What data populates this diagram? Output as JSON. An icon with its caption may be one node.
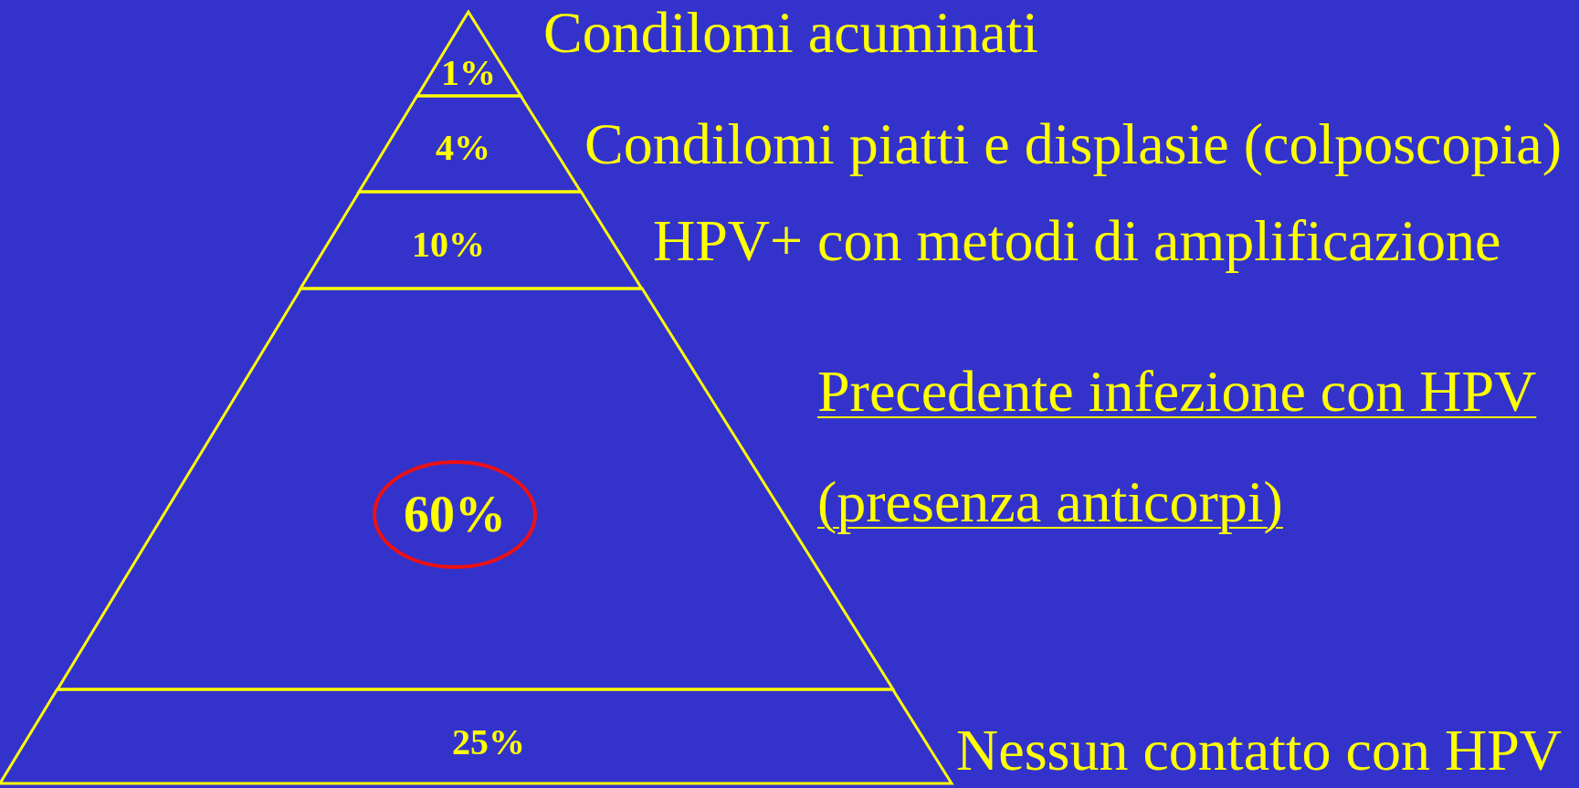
{
  "diagram": {
    "nodes": [
      {
        "text": [
          "1%"
        ],
        "beside": [
          "Condilomi acuminati"
        ]
      },
      {
        "text": [
          "4%"
        ],
        "beside": [
          "Condilomi piatti e displasie (colposcopia)"
        ]
      },
      {
        "text": [
          "10%"
        ],
        "beside": [
          "HPV+ con metodi di amplificazione"
        ]
      },
      {
        "text": [],
        "shape": "band",
        "beside": [
          "Precedente infezione con HPV (presenza anticorpi)"
        ]
      },
      {
        "text": [
          "60%"
        ],
        "in": 3
      },
      {
        "text": [
          "25%"
        ],
        "beside": [
          "Nessun contatto con HPV"
        ]
      }
    ],
    "edges": []
  }
}
